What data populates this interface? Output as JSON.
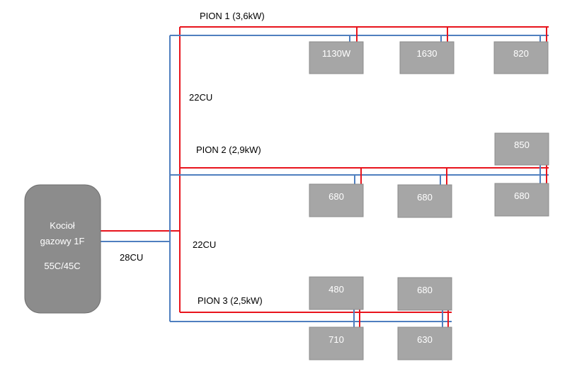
{
  "colors": {
    "supply": "#e8141c",
    "return": "#4f7fbf",
    "radiator": "#a6a6a6",
    "radiator_border": "#8c8c8c",
    "boiler": "#8c8c8c",
    "boiler_border": "#6e6e6e"
  },
  "boiler": {
    "line1": "Kocioł",
    "line2": "gazowy 1F",
    "temps": "55C/45C"
  },
  "pipes": {
    "main": "28CU",
    "riser_upper": "22CU",
    "riser_lower": "22CU"
  },
  "risers": [
    {
      "label": "PION 1 (3,6kW)"
    },
    {
      "label": "PION 2 (2,9kW)"
    },
    {
      "label": "PION 3 (2,5kW)"
    }
  ],
  "radiators": [
    {
      "value": "1130W"
    },
    {
      "value": "1630"
    },
    {
      "value": "820"
    },
    {
      "value": "850"
    },
    {
      "value": "680"
    },
    {
      "value": "680"
    },
    {
      "value": "680"
    },
    {
      "value": "480"
    },
    {
      "value": "680"
    },
    {
      "value": "710"
    },
    {
      "value": "630"
    }
  ]
}
